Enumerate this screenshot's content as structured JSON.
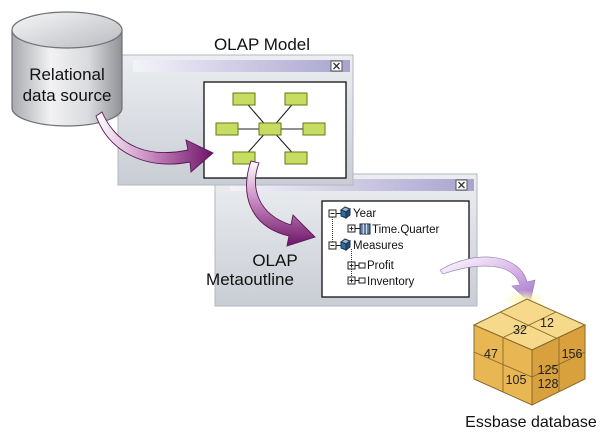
{
  "diagram": {
    "relational_source": {
      "line1": "Relational",
      "line2": "data source"
    },
    "olap_model": {
      "title": "OLAP Model",
      "close_glyph": "☒"
    },
    "olap_metaoutline": {
      "line1": "OLAP",
      "line2": "Metaoutline",
      "close_glyph": "☒",
      "tree": [
        {
          "label": "Year",
          "level": 0,
          "icon": "cube-dimension-icon"
        },
        {
          "label": "Time.Quarter",
          "level": 1,
          "icon": "time-column-icon"
        },
        {
          "label": "Measures",
          "level": 0,
          "icon": "cube-dimension-icon"
        },
        {
          "label": "Profit",
          "level": 1,
          "icon": "member-icon"
        },
        {
          "label": "Inventory",
          "level": 1,
          "icon": "member-icon"
        }
      ]
    },
    "essbase": {
      "caption": "Essbase database",
      "cells": [
        "32",
        "12",
        "47",
        "156",
        "105",
        "125",
        "128"
      ]
    },
    "colors": {
      "window_gray": "#cfd3d9",
      "titlebar": "#b8b3d6",
      "node_fill": "#c7dd62",
      "node_stroke": "#5f7a14",
      "arrow_dark": "#7a1f73",
      "cube_top": "#f6d98a",
      "cube_left": "#e9b654",
      "cube_right": "#d9a03e"
    }
  }
}
